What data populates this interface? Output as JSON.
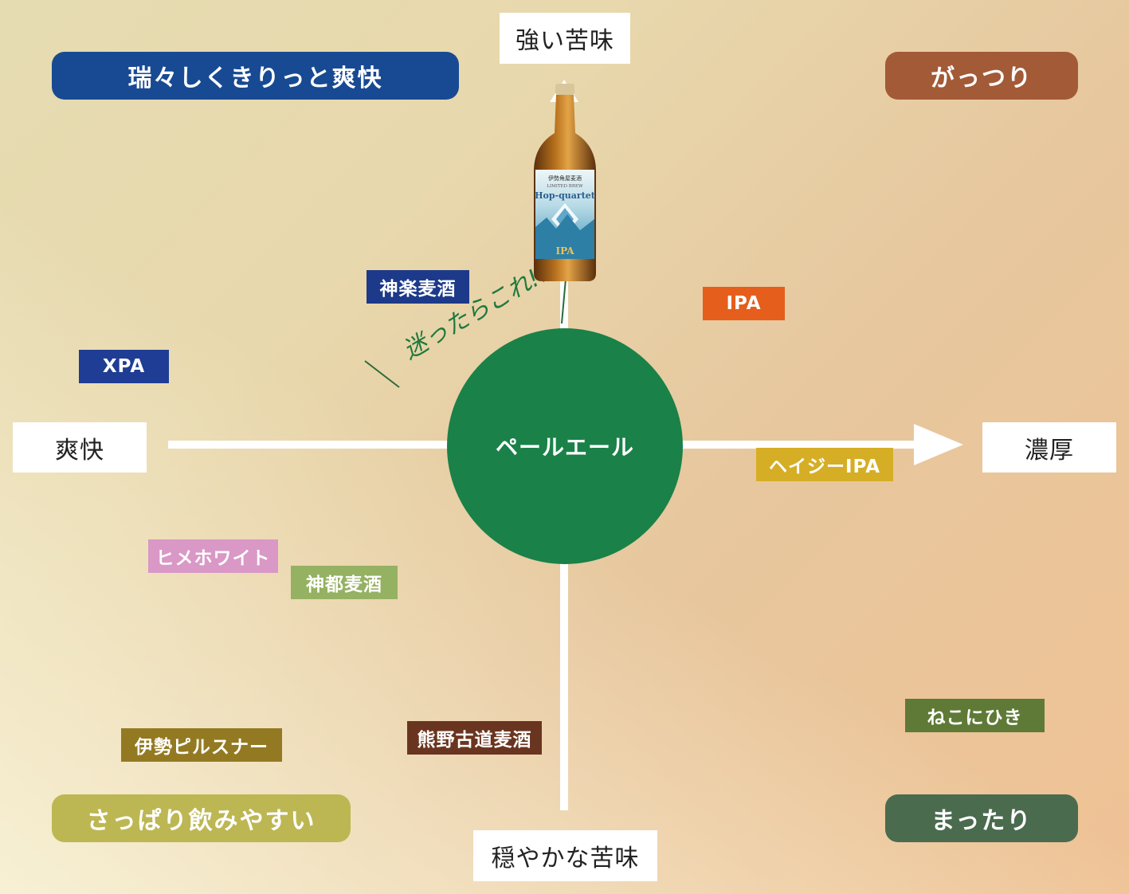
{
  "axes": {
    "top": "強い苦味",
    "bottom": "穏やかな苦味",
    "left": "爽快",
    "right": "濃厚"
  },
  "quadrants": {
    "top_left": {
      "label": "瑞々しくきりっと爽快",
      "color": "#184a93"
    },
    "top_right": {
      "label": "がっつり",
      "color": "#a35a37"
    },
    "bottom_left": {
      "label": "さっぱり飲みやすい",
      "color": "#bcb752"
    },
    "bottom_right": {
      "label": "まったり",
      "color": "#4a6b4e"
    }
  },
  "center": {
    "label": "ペールエール",
    "color": "#1a8148"
  },
  "note": "迷ったらこれ!!",
  "bottle": {
    "brand": "伊勢角屋麦酒",
    "sub": "LIMITED BREW",
    "name": "Hop-quartet",
    "style": "IPA"
  },
  "beers": [
    {
      "id": "kagura",
      "label": "神楽麦酒",
      "color": "#1d3a8a"
    },
    {
      "id": "ipa",
      "label": "IPA",
      "color": "#e55e1c"
    },
    {
      "id": "xpa",
      "label": "XPA",
      "color": "#1f3d94"
    },
    {
      "id": "hazy",
      "label": "ヘイジーIPA",
      "color": "#d6ae25"
    },
    {
      "id": "himewhite",
      "label": "ヒメホワイト",
      "color": "#d998c6"
    },
    {
      "id": "kamito",
      "label": "神都麦酒",
      "color": "#95b162"
    },
    {
      "id": "nekonihiki",
      "label": "ねこにひき",
      "color": "#5f7a36"
    },
    {
      "id": "kumano",
      "label": "熊野古道麦酒",
      "color": "#6a3520"
    },
    {
      "id": "pilsner",
      "label": "伊勢ピルスナー",
      "color": "#937a22"
    }
  ]
}
